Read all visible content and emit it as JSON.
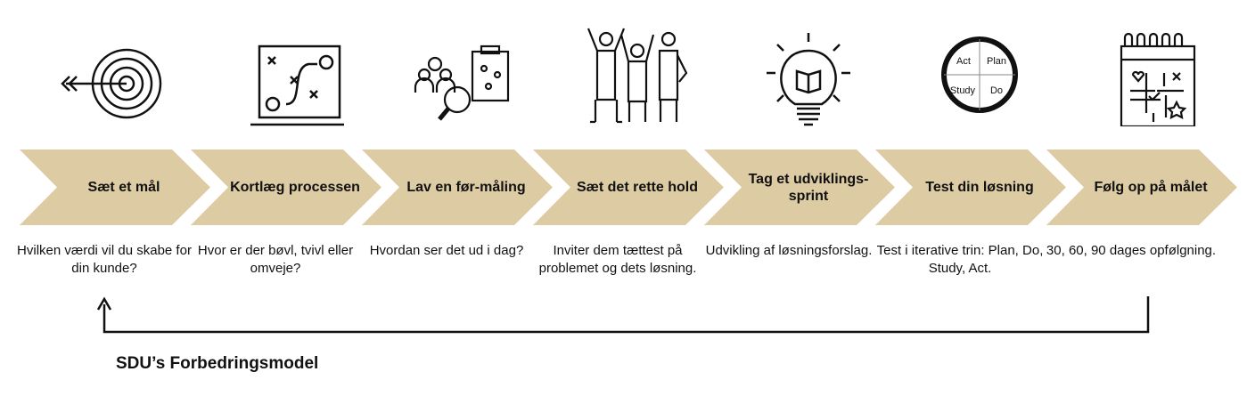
{
  "colors": {
    "chevron": "#DCCBA3",
    "line": "#111111"
  },
  "steps": [
    {
      "title": "Sæt et mål",
      "description": "Hvilken værdi vil du skabe for din kunde?",
      "icon": "target-icon"
    },
    {
      "title": "Kortlæg processen",
      "description": "Hvor er der bøvl, tvivl eller omveje?",
      "icon": "map-strategy-icon"
    },
    {
      "title": "Lav en før-måling",
      "description": "Hvordan ser det ud i dag?",
      "icon": "people-magnifier-clipboard-icon"
    },
    {
      "title": "Sæt det rette hold",
      "description": "Inviter dem tættest på problemet og dets løsning.",
      "icon": "team-cheering-icon"
    },
    {
      "title": "Tag et udviklings-sprint",
      "description": "Udvikling af løsningsforslag.",
      "icon": "lightbulb-book-icon"
    },
    {
      "title": "Test din løsning",
      "description": "Test i iterative trin: Plan, Do, Study, Act.",
      "icon": "pdsa-cycle-icon"
    },
    {
      "title": "Følg op på målet",
      "description": "30, 60, 90 dages opfølgning.",
      "icon": "calendar-icon"
    }
  ],
  "pdsa": {
    "act": "Act",
    "plan": "Plan",
    "study": "Study",
    "do": "Do"
  },
  "footer": "SDU’s Forbedringsmodel"
}
